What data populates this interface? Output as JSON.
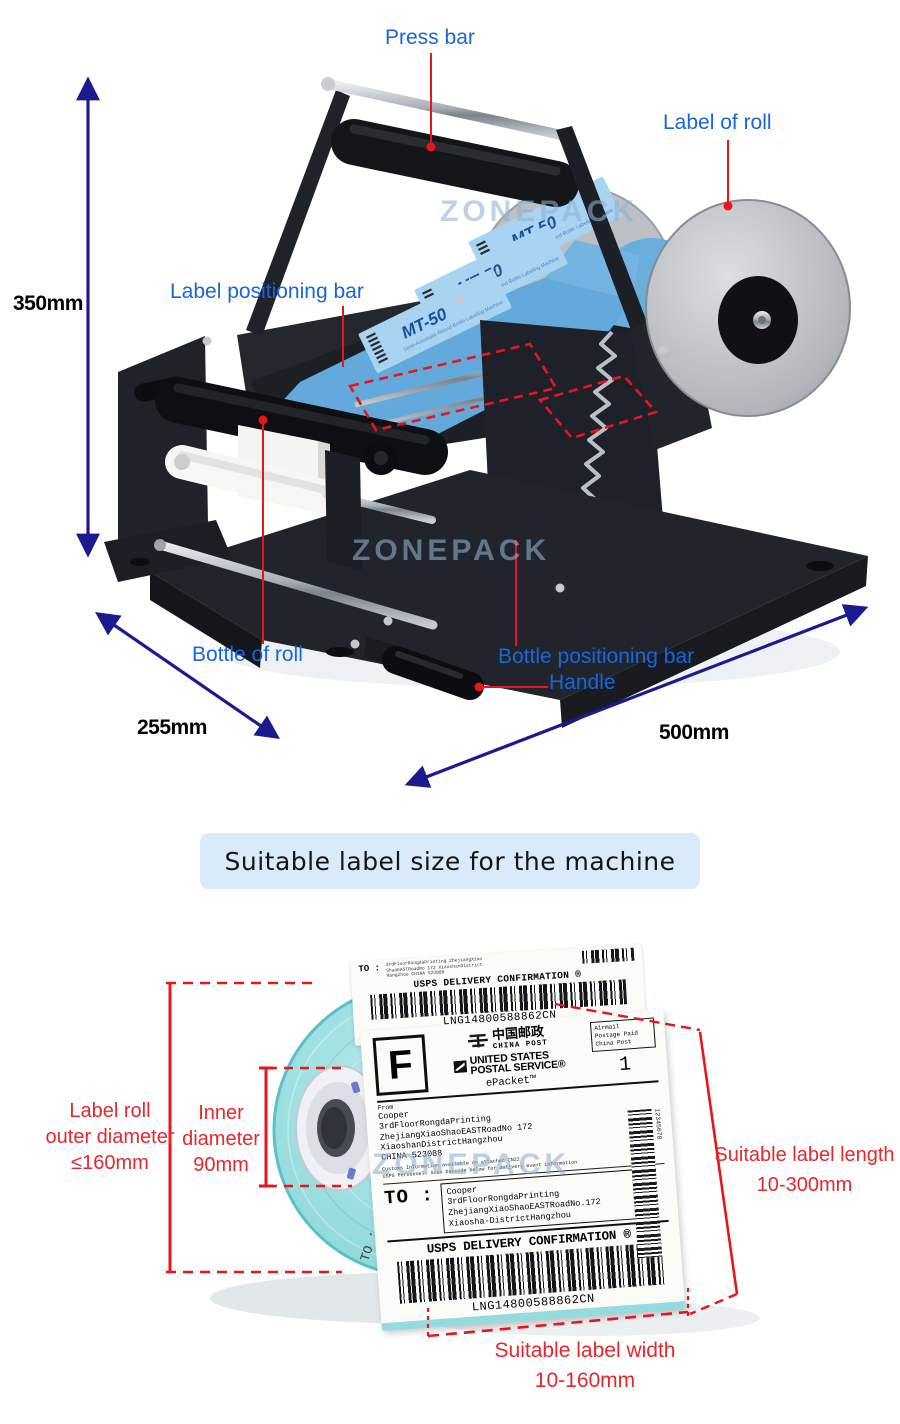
{
  "watermark": "ZONEPACK",
  "machine_figure": {
    "callouts": {
      "press_bar": "Press bar",
      "label_of_roll": "Label of roll",
      "label_positioning_bar": "Label positioning bar",
      "bottle_of_roll": "Bottle of roll",
      "bottle_positioning_bar": "Bottle positioning bar",
      "handle": "Handle"
    },
    "dimensions": {
      "height": "350mm",
      "depth": "255mm",
      "width": "500mm"
    },
    "roll_labels": {
      "model": "MT-50",
      "subtext": "Semi-Automatic Round Bottle Labeling Machine"
    },
    "colors": {
      "callout": "#1766db",
      "dimension_arrow": "#1b1b8f",
      "pointer_red": "#e8151b"
    }
  },
  "banner": {
    "text": "Suitable label size for the machine"
  },
  "label_figure": {
    "measurements": {
      "outer_diameter": [
        "Label roll",
        "outer diameter",
        "≤160mm"
      ],
      "inner_diameter": [
        "Inner",
        "diameter",
        "90mm"
      ],
      "label_length": [
        "Suitable label length",
        "10-300mm"
      ],
      "label_width": [
        "Suitable label width",
        "10-160mm"
      ]
    },
    "top_strip": {
      "to": "TO :",
      "address": [
        "3rdFloorRongdaPrinting ZhejiangXiao",
        "ShaoEASTRoadNo 172 XiaoshanDistrict",
        "Hangzhou CHINA 523088"
      ],
      "usps_confirmation": "USPS DELIVERY CONFIRMATION ®",
      "tracking": "LNG14800588862CN"
    },
    "label": {
      "f": "F",
      "china_post_cn": "中国邮政",
      "china_post_en": "CHINA POST",
      "airmail": [
        "Airmail",
        "Postage Paid",
        "China Post"
      ],
      "usps_line1": "UNITED STATES",
      "usps_line2": "POSTAL SERVICE®",
      "quantity": "1",
      "service": "ePacket™",
      "from_label": "From",
      "from_address": [
        "Cooper",
        "3rdFloorRongdaPrinting",
        "ZhejiangXiaoShaoEASTRoadNo 172",
        "XiaoshanDistrictHangzhou",
        "CHINA 523088"
      ],
      "customs_note1": "Customs Information available on attached CN22",
      "customs_note2": "USPS Personnel: Scan barcode below for delivery event information",
      "to_label": "TO :",
      "to_address": [
        "Cooper",
        "3rdFloorRongdaPrinting",
        "ZhejiangXiaoShaoEASTRoadNo.172",
        "Xiaosha-DistrictHangzhou"
      ],
      "usps_confirmation": "USPS DELIVERY CONFIRMATION ®",
      "tracking": "LNG14800588862CN",
      "side_barcode_number": "12345678",
      "wrapped_to": "TO :"
    }
  }
}
